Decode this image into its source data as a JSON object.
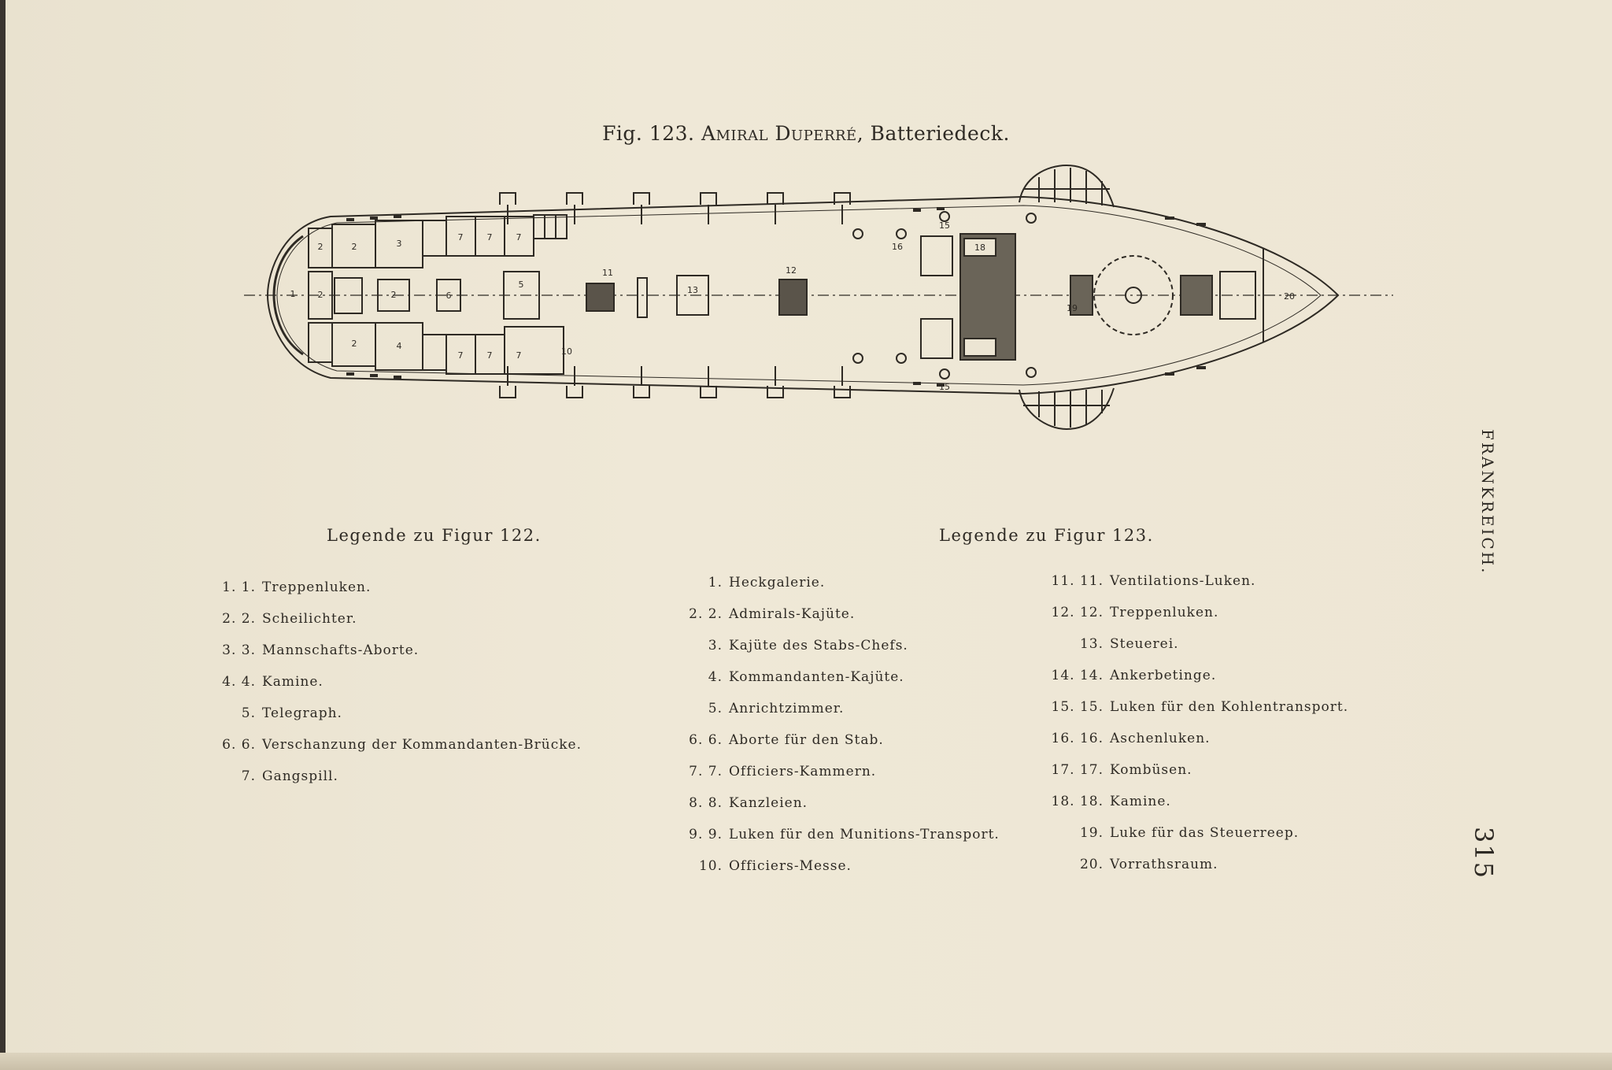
{
  "figure": {
    "caption_prefix": "Fig. 123.",
    "caption_ship": "Amiral Duperré,",
    "caption_deck": "Batteriedeck."
  },
  "plan_labels": [
    {
      "id": "l1",
      "text": "1"
    },
    {
      "id": "l2a",
      "text": "2"
    },
    {
      "id": "l2b",
      "text": "2"
    },
    {
      "id": "l2c",
      "text": "2"
    },
    {
      "id": "l2d",
      "text": "2"
    },
    {
      "id": "l2e",
      "text": "2"
    },
    {
      "id": "l3",
      "text": "3"
    },
    {
      "id": "l4",
      "text": "4"
    },
    {
      "id": "l5",
      "text": "5"
    },
    {
      "id": "l6",
      "text": "6"
    },
    {
      "id": "l7a",
      "text": "7"
    },
    {
      "id": "l7b",
      "text": "7"
    },
    {
      "id": "l7c",
      "text": "7"
    },
    {
      "id": "l7d",
      "text": "7"
    },
    {
      "id": "l7e",
      "text": "7"
    },
    {
      "id": "l7f",
      "text": "7"
    },
    {
      "id": "l10",
      "text": "10"
    },
    {
      "id": "l11",
      "text": "11"
    },
    {
      "id": "l12",
      "text": "12"
    },
    {
      "id": "l13",
      "text": "13"
    },
    {
      "id": "l15a",
      "text": "15"
    },
    {
      "id": "l15b",
      "text": "15"
    },
    {
      "id": "l16",
      "text": "16"
    },
    {
      "id": "l18",
      "text": "18"
    },
    {
      "id": "l19",
      "text": "19"
    },
    {
      "id": "l20",
      "text": "20"
    }
  ],
  "legend_122": {
    "title": "Legende zu Figur 122.",
    "items": [
      {
        "num": "1. 1.",
        "text": "Treppenluken."
      },
      {
        "num": "2. 2.",
        "text": "Scheilichter."
      },
      {
        "num": "3. 3.",
        "text": "Mannschafts-Aborte."
      },
      {
        "num": "4. 4.",
        "text": "Kamine."
      },
      {
        "num": "5.",
        "text": "Telegraph."
      },
      {
        "num": "6. 6.",
        "text": "Verschanzung der Kommandanten-Brücke."
      },
      {
        "num": "7.",
        "text": "Gangspill."
      }
    ]
  },
  "legend_123": {
    "title": "Legende zu Figur 123.",
    "col1": [
      {
        "num": "1.",
        "text": "Heckgalerie."
      },
      {
        "num": "2. 2.",
        "text": "Admirals-Kajüte."
      },
      {
        "num": "3.",
        "text": "Kajüte des Stabs-Chefs."
      },
      {
        "num": "4.",
        "text": "Kommandanten-Kajüte."
      },
      {
        "num": "5.",
        "text": "Anrichtzimmer."
      },
      {
        "num": "6. 6.",
        "text": "Aborte für den Stab."
      },
      {
        "num": "7. 7.",
        "text": "Officiers-Kammern."
      },
      {
        "num": "8. 8.",
        "text": "Kanzleien."
      },
      {
        "num": "9. 9.",
        "text": "Luken für den Munitions-Transport."
      },
      {
        "num": "10.",
        "text": "Officiers-Messe."
      }
    ],
    "col2": [
      {
        "num": "11. 11.",
        "text": "Ventilations-Luken."
      },
      {
        "num": "12. 12.",
        "text": "Treppenluken."
      },
      {
        "num": "13.",
        "text": "Steuerei."
      },
      {
        "num": "14. 14.",
        "text": "Ankerbetinge."
      },
      {
        "num": "15. 15.",
        "text": "Luken für den Kohlentransport."
      },
      {
        "num": "16. 16.",
        "text": "Aschenluken."
      },
      {
        "num": "17. 17.",
        "text": "Kombüsen."
      },
      {
        "num": "18. 18.",
        "text": "Kamine."
      },
      {
        "num": "19.",
        "text": "Luke für das Steuerreep."
      },
      {
        "num": "20.",
        "text": "Vorrathsraum."
      }
    ]
  },
  "margin": {
    "country": "FRANKREICH.",
    "page_number": "315"
  },
  "colors": {
    "paper": "#ece5d3",
    "ink": "#2e2a24"
  }
}
